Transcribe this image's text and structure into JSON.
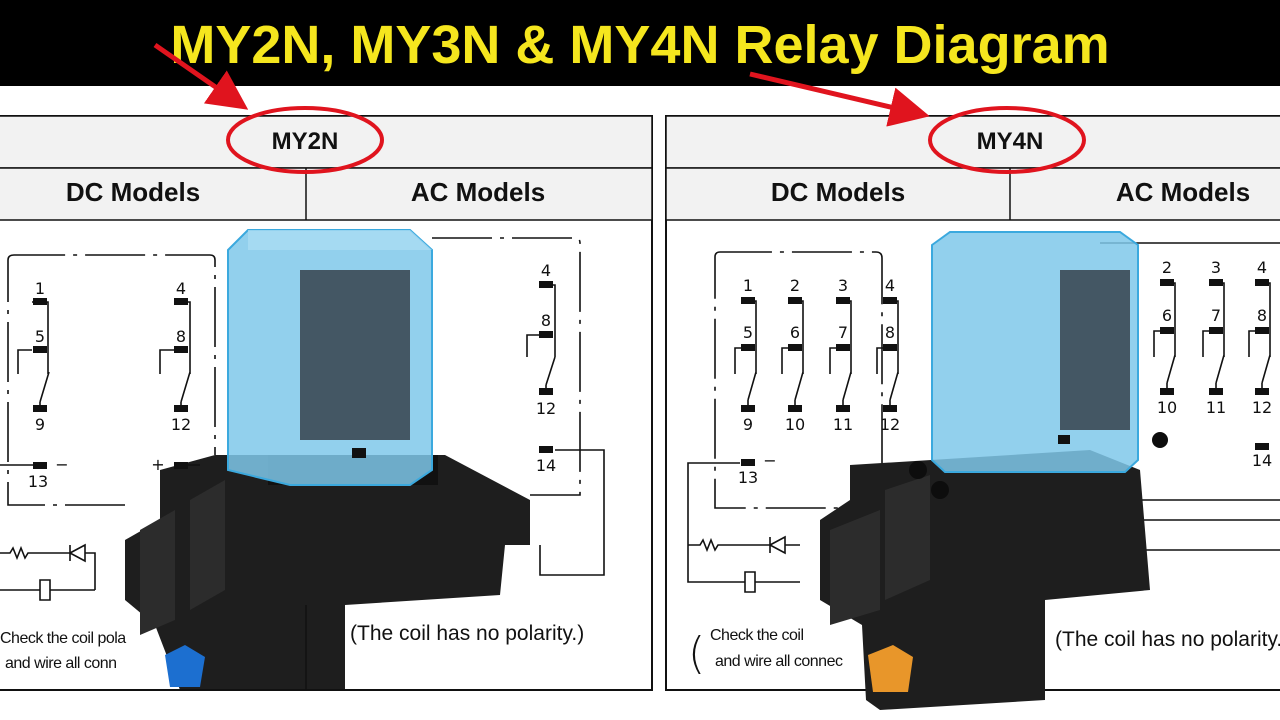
{
  "banner": {
    "title": "MY2N, MY3N & MY4N Relay Diagram",
    "background": "#000000",
    "text_color": "#f5e61e"
  },
  "annotation_color": "#e0141e",
  "left_panel": {
    "model": "MY2N",
    "dc_header": "DC Models",
    "ac_header": "AC Models",
    "dc_terminals": {
      "top": [
        "1",
        "4"
      ],
      "mid": [
        "5",
        "8"
      ],
      "bottom": [
        "9",
        "12"
      ],
      "coil": "13",
      "minus": "−",
      "plus": "+"
    },
    "ac_terminals": {
      "top": "4",
      "mid": "8",
      "bottom": "12",
      "coil": "14"
    },
    "dc_note_line1": "Check the coil pola",
    "dc_note_line2": "and wire all conn",
    "ac_note": "(The coil has no polarity.)"
  },
  "right_panel": {
    "model": "MY4N",
    "dc_header": "DC Models",
    "ac_header": "AC Models",
    "dc_terminals": {
      "top": [
        "1",
        "2",
        "3",
        "4"
      ],
      "mid": [
        "5",
        "6",
        "7",
        "8"
      ],
      "bottom": [
        "9",
        "10",
        "11",
        "12"
      ],
      "coil": "13",
      "minus": "−"
    },
    "ac_terminals": {
      "top": [
        "2",
        "3",
        "4"
      ],
      "mid": [
        "6",
        "7",
        "8"
      ],
      "bottom": [
        "10",
        "11",
        "12"
      ],
      "coil": "14"
    },
    "dc_note_paren": "(",
    "dc_note_line1": "Check the coil",
    "dc_note_line2": "and wire all connec",
    "ac_note": "(The coil has no polarity.)"
  },
  "relay_colors": {
    "cover": "#7fc8ea",
    "socket": "#1e1e1e",
    "left_clip": "#1c6fd0",
    "right_clip": "#e8962a"
  }
}
